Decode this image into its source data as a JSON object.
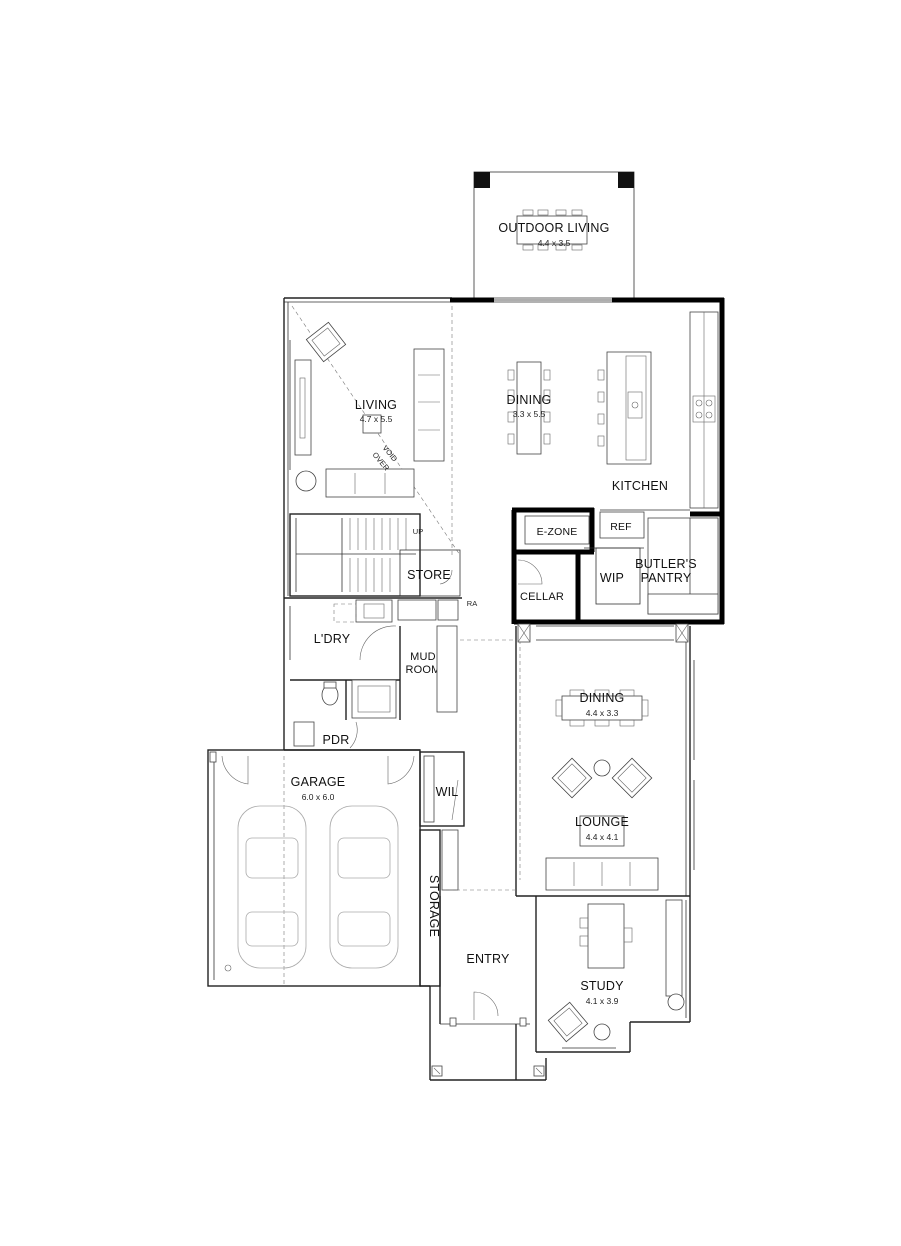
{
  "rooms": {
    "outdoor_living": {
      "name": "OUTDOOR LIVING",
      "size": "4.4 x 3.5"
    },
    "living": {
      "name": "LIVING",
      "size": "4.7 x 5.5"
    },
    "dining_upper": {
      "name": "DINING",
      "size": "3.3 x 5.5"
    },
    "kitchen": {
      "name": "KITCHEN"
    },
    "e_zone": {
      "name": "E-ZONE"
    },
    "ref": {
      "name": "REF"
    },
    "wip": {
      "name": "WIP"
    },
    "butlers_pantry": {
      "line1": "BUTLER'S",
      "line2": "PANTRY"
    },
    "cellar": {
      "name": "CELLAR"
    },
    "store": {
      "name": "STORE"
    },
    "ldry": {
      "name": "L'DRY"
    },
    "mud_room": {
      "line1": "MUD",
      "line2": "ROOM"
    },
    "pdr": {
      "name": "PDR"
    },
    "garage": {
      "name": "GARAGE",
      "size": "6.0 x 6.0"
    },
    "wil": {
      "name": "WIL"
    },
    "dining_lower": {
      "name": "DINING",
      "size": "4.4 x 3.3"
    },
    "lounge": {
      "name": "LOUNGE",
      "size": "4.4 x 4.1"
    },
    "storage": {
      "name": "STORAGE"
    },
    "entry": {
      "name": "ENTRY"
    },
    "study": {
      "name": "STUDY",
      "size": "4.1 x 3.9"
    }
  },
  "annotations": {
    "void_over_line1": "VOID",
    "void_over_line2": "OVER",
    "ra": "RA",
    "up": "UP"
  }
}
